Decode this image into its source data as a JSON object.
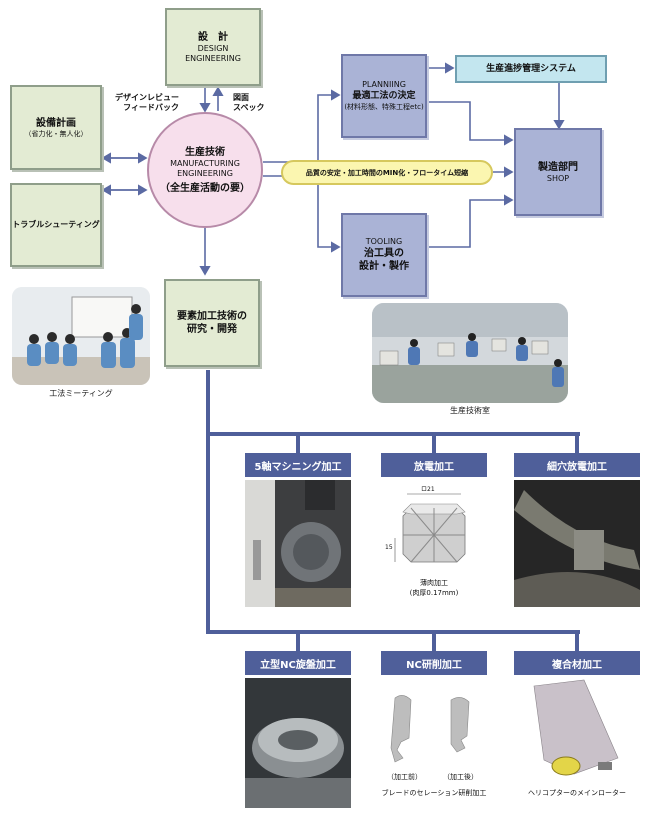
{
  "design": {
    "title": "設　計",
    "en1": "DESIGN",
    "en2": "ENGINEERING"
  },
  "facility_plan": {
    "title": "設備計画",
    "sub": "（省力化・無人化）"
  },
  "troubleshooting": {
    "title": "トラブルシューティング"
  },
  "review": {
    "line1": "デザインレビュー",
    "line2": "フィードバック"
  },
  "drawing": {
    "line1": "図面",
    "line2": "スペック"
  },
  "core": {
    "jp": "生産技術",
    "en1": "MANUFACTURING",
    "en2": "ENGINEERING",
    "sub": "（全生産活動の要）"
  },
  "planning": {
    "en": "PLANNIING",
    "title": "最適工法の決定",
    "sub": "(材料形態、特殊工程etc)"
  },
  "progress_system": {
    "title": "生産進捗管理システム"
  },
  "quality_banner": {
    "text": "品質の安定・加工時間のMIN化・フロータイム短縮"
  },
  "shop": {
    "jp": "製造部門",
    "en": "SHOP"
  },
  "tooling": {
    "en": "TOOLING",
    "title1": "治工具の",
    "title2": "設計・製作"
  },
  "research": {
    "line1": "要素加工技術の",
    "line2": "研究・開発"
  },
  "meeting_photo": {
    "caption": "工法ミーティング"
  },
  "office_photo": {
    "caption": "生産技術室"
  },
  "techniques": [
    {
      "label": "5軸マシニング加工"
    },
    {
      "label": "放電加工",
      "dim_top": "ロ21",
      "dim_side": "15",
      "note1": "薄肉加工",
      "note2": "(肉厚0.17mm)"
    },
    {
      "label": "細穴放電加工"
    },
    {
      "label": "立型NC旋盤加工"
    },
    {
      "label": "NC研削加工",
      "before": "（加工前）",
      "after": "（加工後）",
      "caption": "ブレードのセレーション研削加工"
    },
    {
      "label": "複合材加工",
      "caption": "ヘリコプターのメインローター"
    }
  ],
  "colors": {
    "green_box": "#e3ebd3",
    "blue_box": "#aab3d6",
    "light_blue_box": "#c3e6ef",
    "circle": "#f7dfec",
    "banner": "#fbf6b0",
    "tab": "#4f5f9a",
    "connector": "#4f5f9a"
  }
}
